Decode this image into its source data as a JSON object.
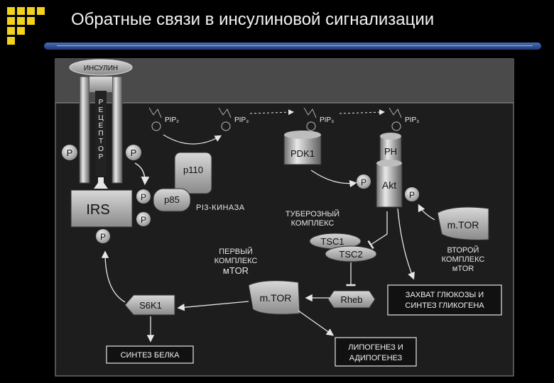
{
  "title": "Обратные связи в инсулиновой сигнализации",
  "diagram": {
    "insulin": "ИНСУЛИН",
    "receptor": [
      "Р",
      "Е",
      "Ц",
      "Е",
      "П",
      "Т",
      "О",
      "Р"
    ],
    "p": "P",
    "irs": "IRS",
    "p110": "p110",
    "p85": "p85",
    "pi3k": "PI3-КИНАЗА",
    "pip2": "PIP₂",
    "pip3": "PIP₃",
    "pdk1": "PDK1",
    "ph": "PH",
    "akt": "Akt",
    "tsc_complex": [
      "ТУБЕРОЗНЫЙ",
      "КОМПЛЕКС"
    ],
    "tsc1": "TSC1",
    "tsc2": "TSC2",
    "first_complex": [
      "ПЕРВЫЙ",
      "КОМПЛЕКС",
      "мTOR"
    ],
    "second_complex": [
      "ВТОРОЙ",
      "КОМПЛЕКС",
      "мTOR"
    ],
    "mtor": "m.TOR",
    "mtor2": "m.TOR",
    "rheb": "Rheb",
    "s6k1": "S6K1",
    "protein": "СИНТЕЗ БЕЛКА",
    "glucose": [
      "ЗАХВАТ ГЛЮКОЗЫ И",
      "СИНТЕЗ ГЛИКОГЕНА"
    ],
    "lipo": [
      "ЛИПОГЕНЕЗ И",
      "АДИПОГЕНЕЗ"
    ]
  },
  "colors": {
    "accent": "#f2d21a",
    "bar": "#2f55a0",
    "panel": "#1a1a1a"
  }
}
